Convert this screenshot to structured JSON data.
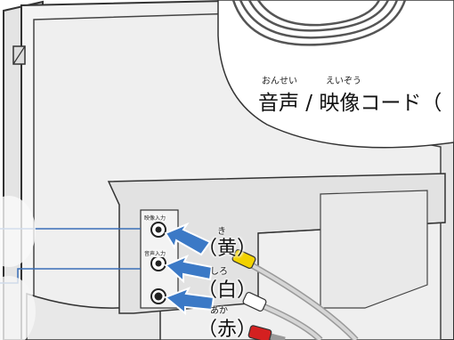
{
  "callout": {
    "title": "音声 / 映像コード（",
    "ruby_onsei": "おんせい",
    "ruby_eizou": "えいぞう"
  },
  "jacks": [
    {
      "tag": "映像入力",
      "color_label": "（黄）",
      "ruby": "き",
      "color": "#f2d200"
    },
    {
      "tag": "音声入力",
      "color_label": "（白）",
      "ruby": "しろ",
      "color": "#ffffff"
    },
    {
      "tag": "",
      "color_label": "（赤）",
      "ruby": "あか",
      "color": "#d42020"
    }
  ],
  "colors": {
    "arrow": "#3b79c6",
    "leader_line": "#3a6fb8",
    "tv_body": "#eeeeee",
    "tv_outline": "#3a3a3a"
  }
}
